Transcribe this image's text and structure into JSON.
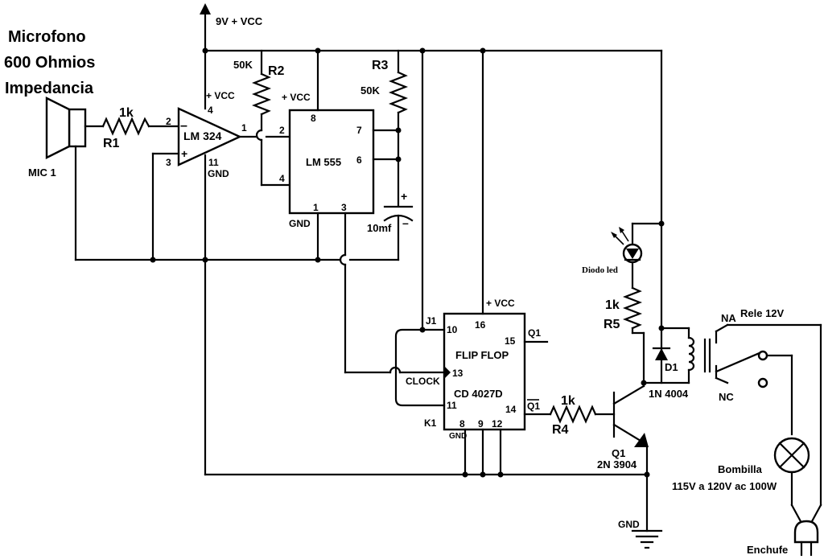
{
  "title_lines": [
    "Microfono",
    "600 Ohmios",
    "Impedancia"
  ],
  "supply": "9V + VCC",
  "mic": {
    "label": "MIC 1"
  },
  "r1": {
    "value": "1k",
    "name": "R1"
  },
  "r2": {
    "value": "50K",
    "name": "R2"
  },
  "r3": {
    "value": "50K",
    "name": "R3"
  },
  "r4": {
    "value": "1k",
    "name": "R4"
  },
  "r5": {
    "value": "1k",
    "name": "R5"
  },
  "opamp": {
    "name": "LM 324",
    "vcc": "+ VCC",
    "gnd": "GND",
    "pin_vcc": "4",
    "pin_in_neg": "2",
    "pin_in_pos": "3",
    "pin_out": "1",
    "pin_gnd": "11",
    "minus": "–",
    "plus": "+"
  },
  "timer": {
    "name": "LM 555",
    "vcc": "+ VCC",
    "gnd": "GND",
    "pin8": "8",
    "pin2": "2",
    "pin4": "4",
    "pin7": "7",
    "pin6": "6",
    "pin1": "1",
    "pin3": "3"
  },
  "capacitor": {
    "label": "10mf",
    "plus": "+",
    "minus": "–"
  },
  "flipflop": {
    "line1": "FLIP FLOP",
    "line2": "CD 4027D",
    "vcc": "+ VCC",
    "gnd": "GND",
    "j1": "J1",
    "k1": "K1",
    "clock": "CLOCK",
    "q1": "Q1",
    "q1_bar": "Q1",
    "pin10": "10",
    "pin16": "16",
    "pin15": "15",
    "pin13": "13",
    "pin11": "11",
    "pin14": "14",
    "pin8": "8",
    "pin9": "9",
    "pin12": "12"
  },
  "led": {
    "label": "Diodo led"
  },
  "diode": {
    "name": "D1",
    "part": "1N 4004"
  },
  "transistor": {
    "name": "Q1",
    "part": "2N 3904"
  },
  "relay": {
    "name": "Rele 12V",
    "na": "NA",
    "nc": "NC"
  },
  "lamp": {
    "name": "Bombilla",
    "spec": "115V a 120V ac 100W"
  },
  "plug": {
    "label": "Enchufe"
  },
  "gnd_label": "GND"
}
